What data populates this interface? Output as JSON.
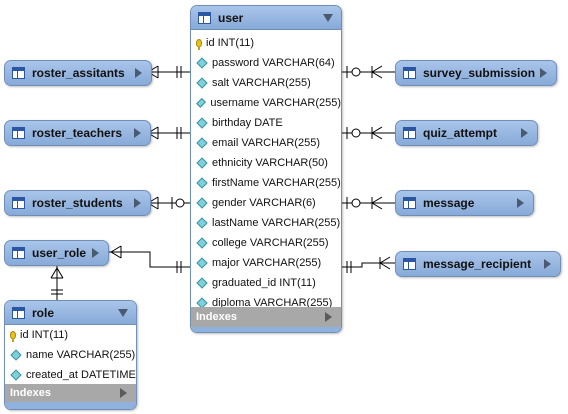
{
  "tables": {
    "user": {
      "name": "user",
      "columns": [
        {
          "icon": "key",
          "text": "id INT(11)"
        },
        {
          "icon": "diamond",
          "text": "password VARCHAR(64)"
        },
        {
          "icon": "diamond",
          "text": "salt VARCHAR(255)"
        },
        {
          "icon": "diamond",
          "text": "username VARCHAR(255)"
        },
        {
          "icon": "diamond",
          "text": "birthday DATE"
        },
        {
          "icon": "diamond",
          "text": "email VARCHAR(255)"
        },
        {
          "icon": "diamond",
          "text": "ethnicity VARCHAR(50)"
        },
        {
          "icon": "diamond",
          "text": "firstName VARCHAR(255)"
        },
        {
          "icon": "diamond",
          "text": "gender VARCHAR(6)"
        },
        {
          "icon": "diamond",
          "text": "lastName VARCHAR(255)"
        },
        {
          "icon": "diamond",
          "text": "college VARCHAR(255)"
        },
        {
          "icon": "diamond",
          "text": "major VARCHAR(255)"
        },
        {
          "icon": "diamond",
          "text": "graduated_id INT(11)"
        },
        {
          "icon": "diamond",
          "text": "diploma VARCHAR(255)"
        }
      ],
      "indexes_label": "Indexes"
    },
    "role": {
      "name": "role",
      "columns": [
        {
          "icon": "key",
          "text": "id INT(11)"
        },
        {
          "icon": "diamond",
          "text": "name VARCHAR(255)"
        },
        {
          "icon": "diamond",
          "text": "created_at DATETIME"
        }
      ],
      "indexes_label": "Indexes"
    },
    "roster_assitants": {
      "name": "roster_assitants"
    },
    "roster_teachers": {
      "name": "roster_teachers"
    },
    "roster_students": {
      "name": "roster_students"
    },
    "user_role": {
      "name": "user_role"
    },
    "survey_submission": {
      "name": "survey_submission"
    },
    "quiz_attempt": {
      "name": "quiz_attempt"
    },
    "message": {
      "name": "message"
    },
    "message_recipient": {
      "name": "message_recipient"
    }
  },
  "colors": {
    "header": "#94b4de",
    "border": "#6f8fb8",
    "indexes_band": "#a8a8a8",
    "line": "#000000"
  }
}
